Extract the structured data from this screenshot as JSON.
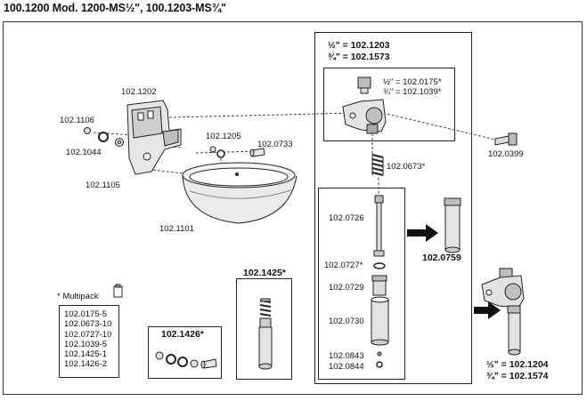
{
  "title": "100.1200 Mod. 1200-MS½\", 100.1203-MS¾\"",
  "parts": {
    "p1202": "102.1202",
    "p1106": "102.1106",
    "p1044": "102.1044",
    "p1105": "102.1105",
    "p1205": "102.1205",
    "p0733": "102.0733",
    "p1101": "102.1101",
    "p0399": "102.0399",
    "p0673": "102.0673*",
    "p0726": "102.0726",
    "p0727": "102.0727*",
    "p0729": "102.0729",
    "p0730": "102.0730",
    "p0843": "102.0843",
    "p0844": "102.0844",
    "p0759": "102.0759",
    "p1425": "102.1425*",
    "p1426": "102.1426*"
  },
  "valve_box": {
    "half": "½\" = 102.1203",
    "threequarter": "¾\" = 102.1573",
    "inner_half": "½\" = 102.0175*",
    "inner_threequarter": "¾\" = 102.1039*"
  },
  "assembled": {
    "half": "½\" = 102.1204",
    "threequarter": "¾\" = 102.1574"
  },
  "multipack": {
    "heading": "* Multipack",
    "items": [
      "102.0175-5",
      "102.0673-10",
      "102.0727-10",
      "102.1039-5",
      "102.1425-1",
      "102.1426-2"
    ]
  }
}
